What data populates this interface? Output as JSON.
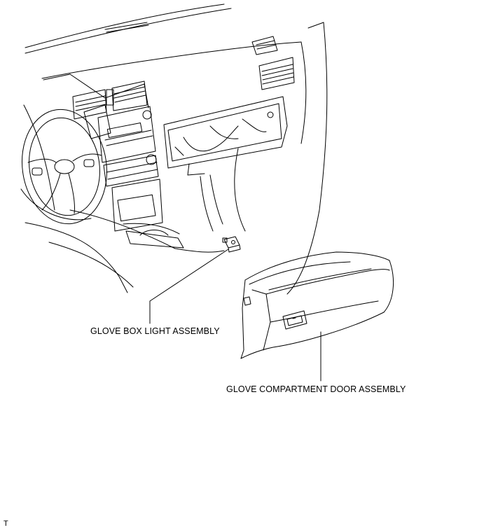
{
  "labels": {
    "glove_box_light": "GLOVE BOX LIGHT ASSEMBLY",
    "glove_compartment_door": "GLOVE COMPARTMENT DOOR ASSEMBLY",
    "illustration_code": "T"
  }
}
